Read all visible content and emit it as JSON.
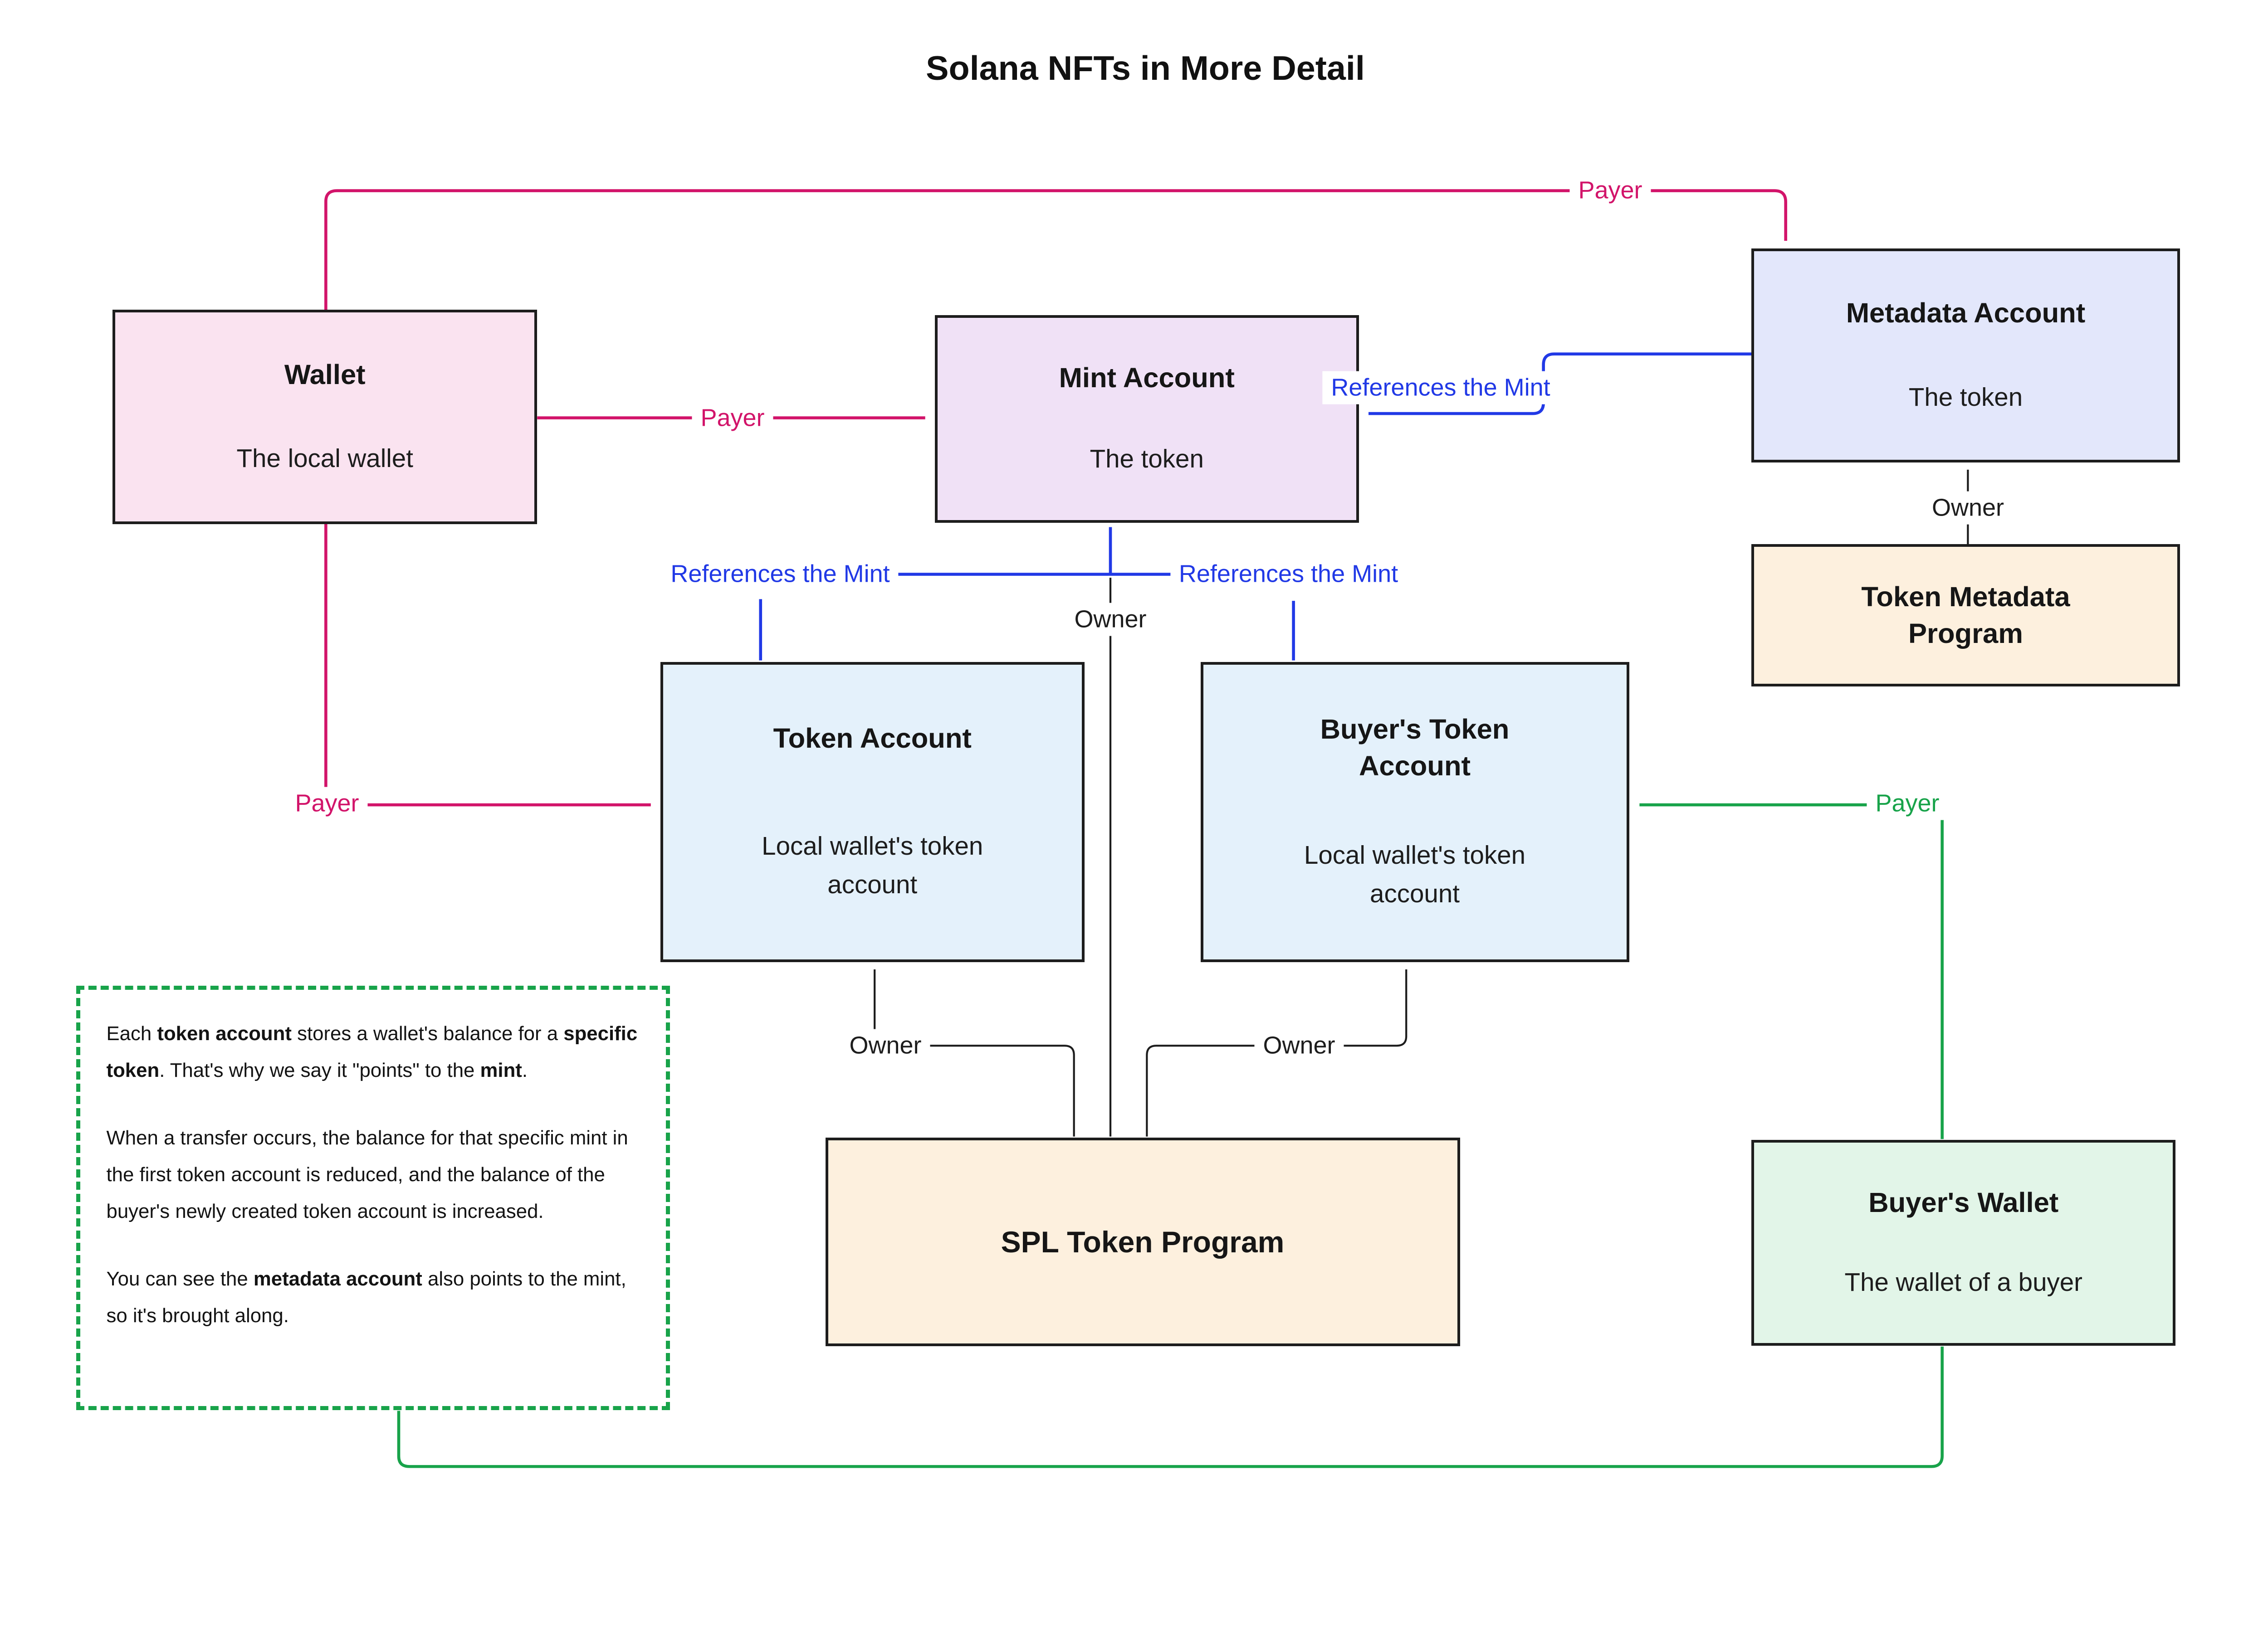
{
  "title": "Solana NFTs in More Detail",
  "colors": {
    "pink": "#d2146a",
    "blue": "#2139e6",
    "green": "#18a34a",
    "line": "#1d1d1d",
    "wallet_fill": "#fae3f0",
    "mint_fill": "#f0e1f6",
    "metadata_fill": "#e3e7fb",
    "token_fill": "#e4f1fb",
    "program_fill": "#fdf0de",
    "buyer_wallet_fill": "#e2f5e8"
  },
  "nodes": {
    "wallet": {
      "title": "Wallet",
      "body": "The local wallet"
    },
    "mint_account": {
      "title": "Mint Account",
      "body": "The token"
    },
    "metadata_account": {
      "title": "Metadata Account",
      "body": "The token"
    },
    "token_metadata_program": {
      "title": "Token Metadata Program"
    },
    "token_account": {
      "title": "Token Account",
      "body": "Local wallet's token account"
    },
    "buyers_token_account": {
      "title": "Buyer's Token Account",
      "body": "Local wallet's token account"
    },
    "spl_token_program": {
      "title": "SPL Token Program"
    },
    "buyers_wallet": {
      "title": "Buyer's Wallet",
      "body": "The wallet of a buyer"
    }
  },
  "edges": {
    "payer_top": "Payer",
    "payer_mint": "Payer",
    "payer_token": "Payer",
    "payer_buyer": "Payer",
    "ref_metadata": "References the Mint",
    "ref_token": "References the Mint",
    "ref_buyer": "References the Mint",
    "owner_mint": "Owner",
    "owner_token": "Owner",
    "owner_buyer": "Owner",
    "owner_metadata": "Owner"
  },
  "note": {
    "paragraphs": [
      [
        {
          "t": "Each "
        },
        {
          "t": "token account",
          "b": true
        },
        {
          "t": " stores a wallet's balance for a "
        },
        {
          "t": "specific token",
          "b": true
        },
        {
          "t": ". That's why we say it \"points\" to the "
        },
        {
          "t": "mint",
          "b": true
        },
        {
          "t": "."
        }
      ],
      [
        {
          "t": "When a transfer occurs, the balance for that specific mint in the first token account is reduced, and the balance of the buyer's newly created token account is increased."
        }
      ],
      [
        {
          "t": "You can see the "
        },
        {
          "t": "metadata account",
          "b": true
        },
        {
          "t": " also points to the mint, so it's brought along."
        }
      ]
    ]
  }
}
